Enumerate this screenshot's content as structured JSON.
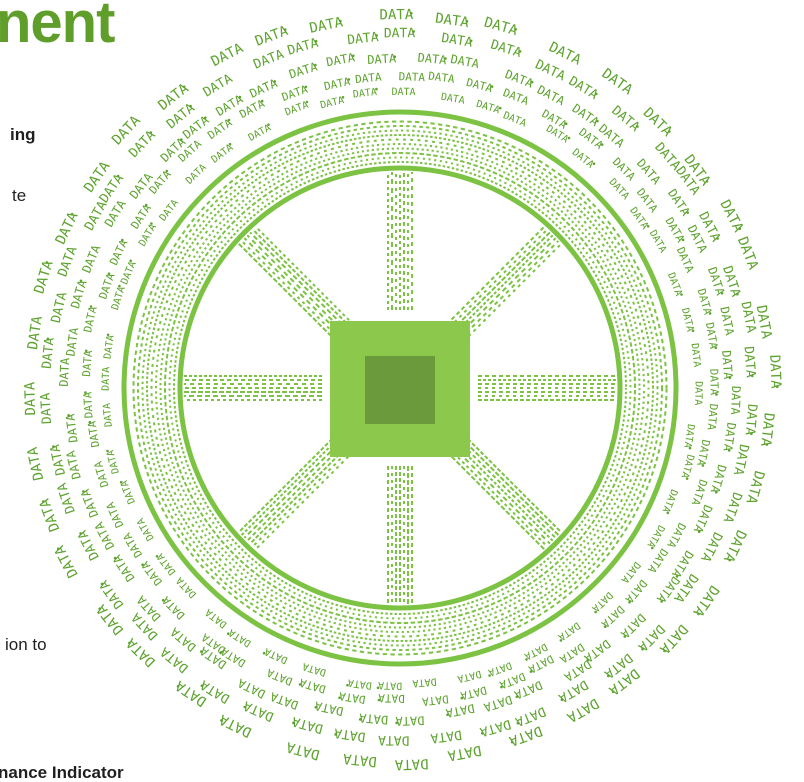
{
  "page": {
    "title_fragment": "nent",
    "fragments": {
      "top_bold": "ing",
      "upper_text": "te",
      "lower_text": "ion to",
      "bottom_bold": "nance Indicator"
    }
  },
  "illustration": {
    "ring_word": "DATA",
    "colors": {
      "green": "#7cc243",
      "ring_text": "#5ea32f",
      "center_outer": "#8cc84b",
      "center_inner": "#6b9a3c",
      "title": "#5f9e2b"
    }
  }
}
